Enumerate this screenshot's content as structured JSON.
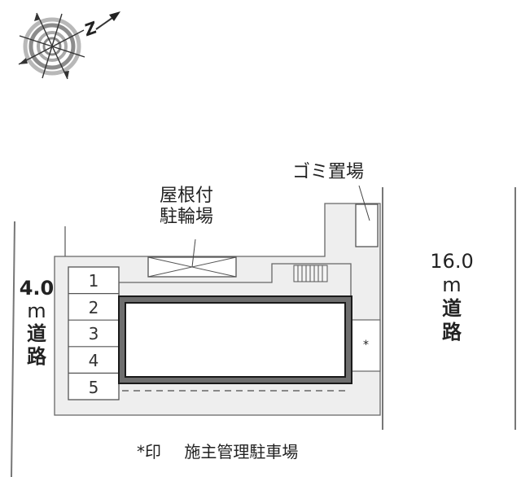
{
  "compass": {
    "north_label": "N",
    "icon": "compass-rose-icon"
  },
  "roads": {
    "left": {
      "width_value": "4.0",
      "unit": "m",
      "label_line1": "道",
      "label_line2": "路"
    },
    "right": {
      "width_value": "16.0",
      "unit": "m",
      "label_line1": "道",
      "label_line2": "路"
    }
  },
  "labels": {
    "bicycle_parking_line1": "屋根付",
    "bicycle_parking_line2": "駐輪場",
    "garbage": "ゴミ置場",
    "managed_marker": "*"
  },
  "parking": {
    "stalls": [
      "1",
      "2",
      "3",
      "4",
      "5"
    ]
  },
  "legend": {
    "marker": "*印",
    "text": "施主管理駐車場"
  },
  "colors": {
    "lot_fill": "#eeeeee",
    "line": "#555555",
    "building_border": "#6e6e6e",
    "building_outline": "#1a1a1a"
  }
}
